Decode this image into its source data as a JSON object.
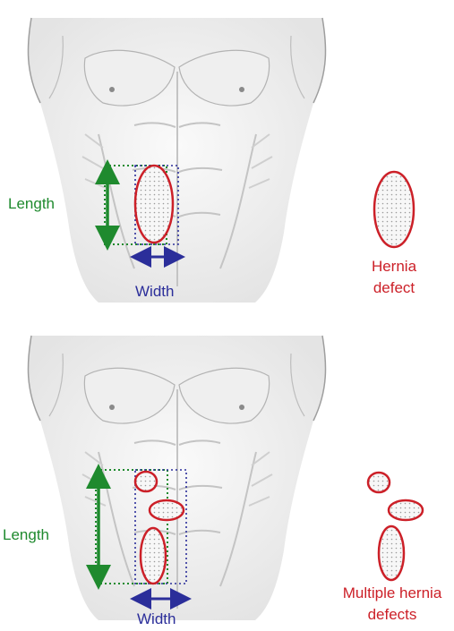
{
  "panels": [
    {
      "length_label": "Length",
      "width_label": "Width",
      "side_label_line1": "Hernia",
      "side_label_line2": "defect"
    },
    {
      "length_label": "Length",
      "width_label": "Width",
      "side_label_line1": "Multiple hernia",
      "side_label_line2": "defects"
    }
  ],
  "colors": {
    "length": "#1f8a2e",
    "width": "#2b2e9a",
    "defect": "#cc2028",
    "torso": "#9e9e9e"
  }
}
